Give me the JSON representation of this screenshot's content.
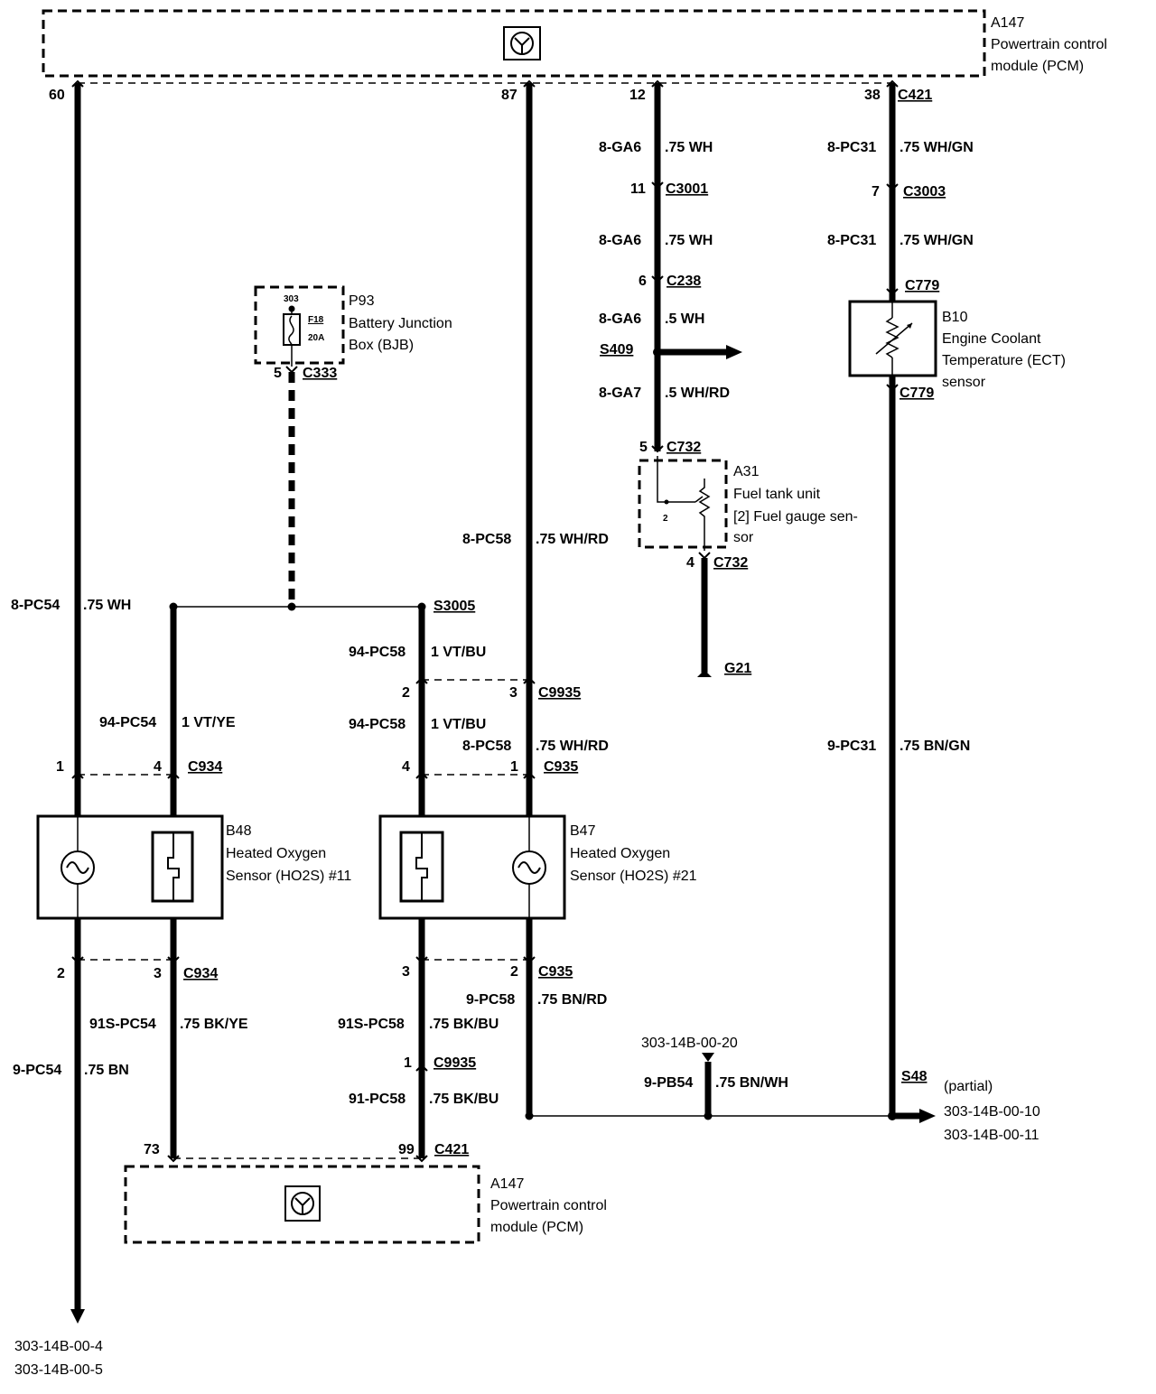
{
  "pcm_top": {
    "code": "A147",
    "name_line1": "Powertrain control",
    "name_line2": "module (PCM)"
  },
  "pcm_bottom": {
    "code": "A147",
    "name_line1": "Powertrain control",
    "name_line2": "module (PCM)"
  },
  "top_pins": {
    "p60": "60",
    "p87": "87",
    "p12": "12",
    "p38": "38",
    "c421": "C421"
  },
  "ga6_wire1": {
    "id": "8-GA6",
    "spec": ".75 WH"
  },
  "c3001": {
    "pin": "11",
    "name": "C3001"
  },
  "ga6_wire2": {
    "id": "8-GA6",
    "spec": ".75 WH"
  },
  "c238": {
    "pin": "6",
    "name": "C238"
  },
  "ga6_wire3": {
    "id": "8-GA6",
    "spec": ".5 WH"
  },
  "s409": "S409",
  "ga7_wire": {
    "id": "8-GA7",
    "spec": ".5 WH/RD"
  },
  "c732_top": {
    "pin": "5",
    "name": "C732"
  },
  "fuel_unit": {
    "code": "A31",
    "line1": "Fuel tank unit",
    "line2": "[2] Fuel gauge sen-",
    "line3": "sor",
    "inner_pin": "2"
  },
  "c732_bottom": {
    "pin": "4",
    "name": "C732"
  },
  "g21": "G21",
  "pc31_wire1": {
    "id": "8-PC31",
    "spec": ".75 WH/GN"
  },
  "c3003": {
    "pin": "7",
    "name": "C3003"
  },
  "pc31_wire2": {
    "id": "8-PC31",
    "spec": ".75 WH/GN"
  },
  "c779_top": "C779",
  "ect": {
    "code": "B10",
    "line1": "Engine Coolant",
    "line2": "Temperature (ECT)",
    "line3": "sensor"
  },
  "c779_bottom": "C779",
  "pc31_wire3": {
    "id": "9-PC31",
    "spec": ".75 BN/GN"
  },
  "s48": "S48",
  "s48_note": {
    "line1": "(partial)",
    "line2": "303-14B-00-10",
    "line3": "303-14B-00-11"
  },
  "bjb": {
    "code": "P93",
    "line1": "Battery Junction",
    "line2": "Box (BJB)",
    "fuse_top": "303",
    "fuse_name": "F18",
    "fuse_rating": "20A"
  },
  "c333": {
    "pin": "5",
    "name": "C333"
  },
  "pc54_wire": {
    "id": "8-PC54",
    "spec": ".75 WH"
  },
  "s3005": "S3005",
  "pc58_wire_top": {
    "id": "8-PC58",
    "spec": ".75 WH/RD"
  },
  "vtbu_wire1": {
    "id": "94-PC58",
    "spec": "1 VT/BU"
  },
  "c9935_top": {
    "pin_left": "2",
    "pin_right": "3",
    "name": "C9935"
  },
  "vtye_wire": {
    "id": "94-PC54",
    "spec": "1 VT/YE"
  },
  "vtbu_wire2": {
    "id": "94-PC58",
    "spec": "1 VT/BU"
  },
  "whrd_wire2": {
    "id": "8-PC58",
    "spec": ".75 WH/RD"
  },
  "c934_top": {
    "pin_left": "1",
    "pin_right": "4",
    "name": "C934"
  },
  "c935_top": {
    "pin_left": "4",
    "pin_right": "1",
    "name": "C935"
  },
  "b48": {
    "code": "B48",
    "line1": "Heated Oxygen",
    "line2": "Sensor (HO2S) #11"
  },
  "b47": {
    "code": "B47",
    "line1": "Heated Oxygen",
    "line2": "Sensor (HO2S) #21"
  },
  "c934_bottom": {
    "pin_left": "2",
    "pin_right": "3",
    "name": "C934"
  },
  "c935_bottom": {
    "pin_left": "3",
    "pin_right": "2",
    "name": "C935"
  },
  "bkye_wire": {
    "id": "91S-PC54",
    "spec": ".75 BK/YE"
  },
  "bkbu_wire1": {
    "id": "91S-PC58",
    "spec": ".75 BK/BU"
  },
  "bnrd_wire": {
    "id": "9-PC58",
    "spec": ".75 BN/RD"
  },
  "bn_wire": {
    "id": "9-PC54",
    "spec": ".75 BN"
  },
  "c9935_bottom": {
    "pin": "1",
    "name": "C9935"
  },
  "bkbu_wire2": {
    "id": "91-PC58",
    "spec": ".75 BK/BU"
  },
  "ref_20": "303-14B-00-20",
  "pb54_wire": {
    "id": "9-PB54",
    "spec": ".75 BN/WH"
  },
  "c421_bottom": {
    "pin_left": "73",
    "pin_right": "99",
    "name": "C421"
  },
  "bottom_refs": {
    "line1": "303-14B-00-4",
    "line2": "303-14B-00-5"
  }
}
